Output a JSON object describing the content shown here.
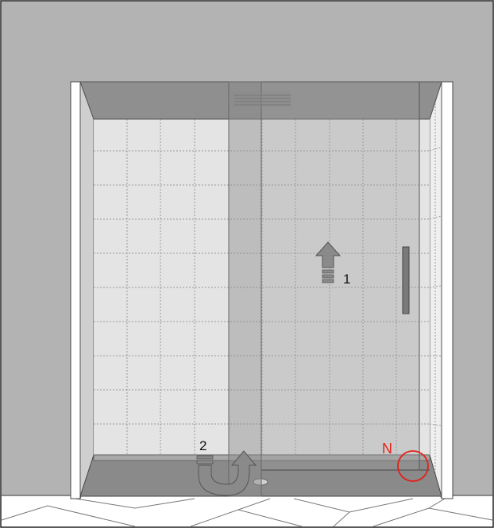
{
  "annotations": {
    "step1": "1",
    "step2": "2",
    "callout_n": "N"
  },
  "colors": {
    "wall": "#b2b2b2",
    "tile": "#e4e4e4",
    "glass": "#a4a4a4",
    "callout": "#e32119",
    "arrow": "#8a8a8a"
  },
  "icons": {
    "step1": "arrow-up-icon",
    "step2": "u-turn-arrow-icon",
    "callout": "circle-highlight-icon"
  }
}
